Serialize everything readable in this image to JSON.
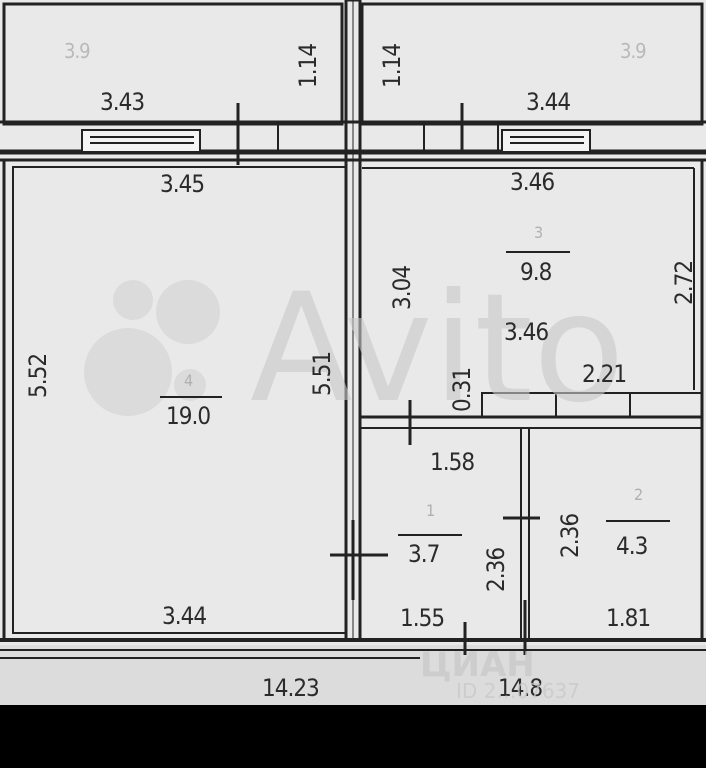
{
  "watermarks": {
    "avito": "Avito",
    "cian": "ЦИАН",
    "cian_id": "ID 2…07637"
  },
  "balconies": {
    "left": {
      "label": "3.9",
      "width": "3.43",
      "depth": "1.14"
    },
    "right": {
      "label": "3.9",
      "width": "3.44",
      "depth": "1.14"
    }
  },
  "rooms": [
    {
      "number": "4",
      "area": "19.0",
      "top": "3.45",
      "side_left": "5.52",
      "side_right": "5.51",
      "bottom": "3.44"
    },
    {
      "number": "3",
      "area": "9.8",
      "top": "3.46",
      "side_left": "3.04",
      "side_right": "2.72",
      "inner": "3.46"
    },
    {
      "number": "1",
      "area": "3.7",
      "top": "1.58",
      "side": "2.36",
      "bottom": "1.55"
    },
    {
      "number": "2",
      "area": "4.3",
      "side": "2.36",
      "top": "2.21",
      "bottom": "1.81"
    }
  ],
  "misc": {
    "wall_gap": "0.31"
  },
  "totals": {
    "overall": "14.23",
    "partial": "14.8"
  },
  "colors": {
    "paper": "#e9e9e9",
    "ink": "#222222",
    "bg": "#000000"
  }
}
